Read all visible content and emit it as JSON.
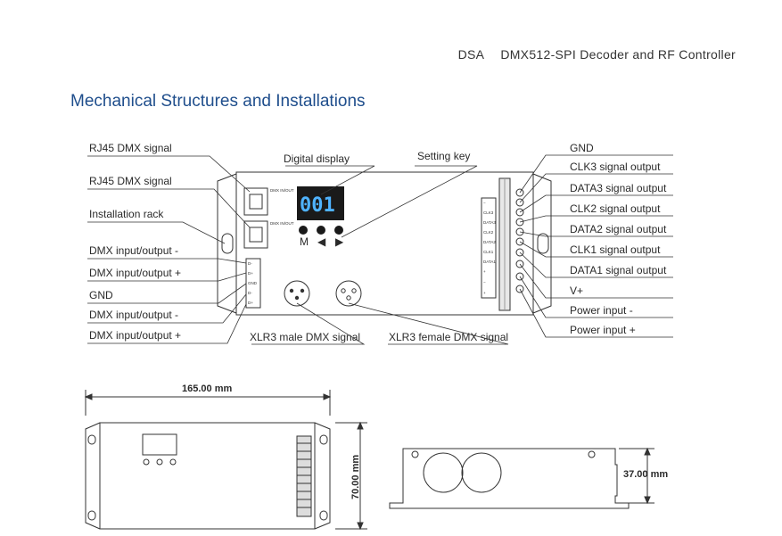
{
  "header": {
    "model": "DSA",
    "product": "DMX512-SPI Decoder and RF Controller"
  },
  "title": "Mechanical Structures and Installations",
  "display_value": "001",
  "keys": [
    "M",
    "◀",
    "▶"
  ],
  "left_labels": [
    "RJ45 DMX signal",
    "RJ45 DMX signal",
    "Installation rack",
    "DMX input/output -",
    "DMX input/output +",
    "GND",
    "DMX input/output -",
    "DMX input/output +"
  ],
  "top_labels": {
    "display": "Digital display",
    "key": "Setting key"
  },
  "right_labels": [
    "GND",
    "CLK3 signal output",
    "DATA3 signal output",
    "CLK2 signal output",
    "DATA2 signal output",
    "CLK1 signal output",
    "DATA1 signal output",
    "V+",
    "Power input -",
    "Power input +"
  ],
  "bottom_labels": {
    "xlr_male": "XLR3 male DMX signal",
    "xlr_female": "XLR3 female DMX signal"
  },
  "terminals_left": [
    "D-",
    "D+",
    "GND",
    "D-",
    "D+"
  ],
  "terminals_right": [
    "−",
    "CLK3",
    "DATA3",
    "CLK2",
    "DATA2",
    "CLK1",
    "DATA1",
    "+",
    "−",
    "+"
  ],
  "dimensions": {
    "width": "165.00 mm",
    "height": "70.00 mm",
    "depth": "37.00 mm"
  }
}
